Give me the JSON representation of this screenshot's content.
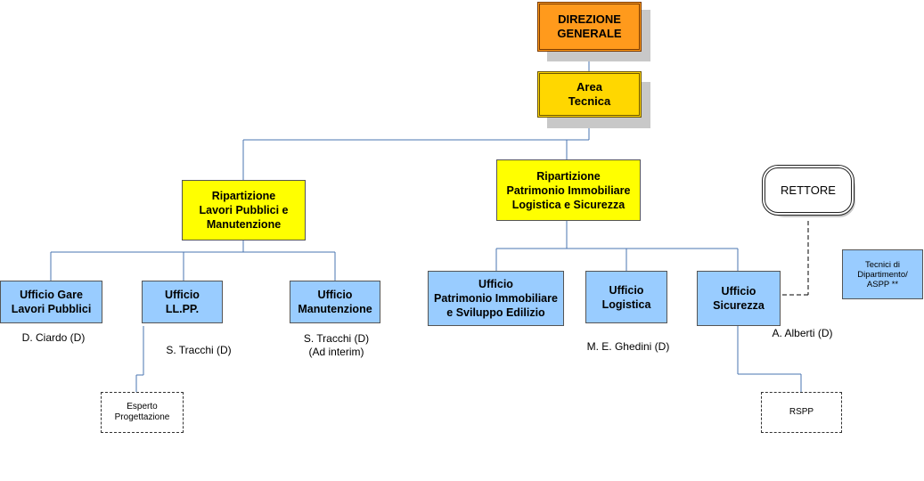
{
  "nodes": {
    "direzione": "DIREZIONE\nGENERALE",
    "area_tecnica": "Area\nTecnica",
    "rip_lavori": "Ripartizione\nLavori Pubblici e\nManutenzione",
    "rip_patrimonio": "Ripartizione\nPatrimonio Immobiliare\nLogistica e Sicurezza",
    "rettore": "RETTORE",
    "tecnici": "Tecnici di\nDipartimento/\nASPP **",
    "uff_gare": "Ufficio Gare\nLavori Pubblici",
    "uff_llpp": "Ufficio\nLL.PP.",
    "uff_manutenzione": "Ufficio\nManutenzione",
    "uff_patrimonio": "Ufficio\nPatrimonio Immobiliare\ne Sviluppo Edilizio",
    "uff_logistica": "Ufficio\nLogistica",
    "uff_sicurezza": "Ufficio\nSicurezza",
    "esperto": "Esperto\nProgettazione",
    "rspp": "RSPP"
  },
  "people": {
    "gare": "D. Ciardo (D)",
    "llpp": "S. Tracchi (D)",
    "manutenzione": "S. Tracchi (D)\n(Ad interim)",
    "logistica": "M. E. Ghedini (D)",
    "sicurezza": "A. Alberti  (D)"
  },
  "colors": {
    "direzione": "#ff9a1c",
    "area_tecnica": "#ffd700",
    "ripartizione": "#ffff00",
    "ufficio": "#99ccff",
    "connector": "#4a74b0"
  }
}
